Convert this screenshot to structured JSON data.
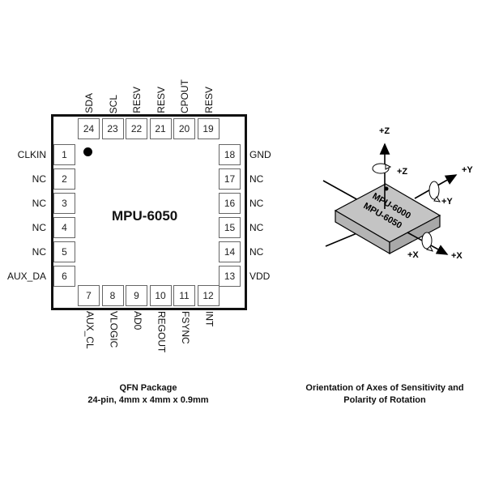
{
  "chip_name": "MPU-6050",
  "pins": {
    "top": [
      {
        "num": "24",
        "name": "SDA"
      },
      {
        "num": "23",
        "name": "SCL"
      },
      {
        "num": "22",
        "name": "RESV"
      },
      {
        "num": "21",
        "name": "RESV"
      },
      {
        "num": "20",
        "name": "CPOUT"
      },
      {
        "num": "19",
        "name": "RESV"
      }
    ],
    "left": [
      {
        "num": "1",
        "name": "CLKIN"
      },
      {
        "num": "2",
        "name": "NC"
      },
      {
        "num": "3",
        "name": "NC"
      },
      {
        "num": "4",
        "name": "NC"
      },
      {
        "num": "5",
        "name": "NC"
      },
      {
        "num": "6",
        "name": "AUX_DA"
      }
    ],
    "right": [
      {
        "num": "18",
        "name": "GND"
      },
      {
        "num": "17",
        "name": "NC"
      },
      {
        "num": "16",
        "name": "NC"
      },
      {
        "num": "15",
        "name": "NC"
      },
      {
        "num": "14",
        "name": "NC"
      },
      {
        "num": "13",
        "name": "VDD"
      }
    ],
    "bottom": [
      {
        "num": "7",
        "name": "AUX_CL"
      },
      {
        "num": "8",
        "name": "VLOGIC"
      },
      {
        "num": "9",
        "name": "AD0"
      },
      {
        "num": "10",
        "name": "REGOUT"
      },
      {
        "num": "11",
        "name": "FSYNC"
      },
      {
        "num": "12",
        "name": "INT"
      }
    ]
  },
  "axes": {
    "z_axis": "+Z",
    "z_rot": "+Z",
    "y_axis": "+Y",
    "y_rot": "+Y",
    "x_axis": "+X",
    "x_rot": "+X",
    "chip_label_1": "MPU-6000",
    "chip_label_2": "MPU-6050"
  },
  "captions": {
    "left_line1": "QFN Package",
    "left_line2": "24-pin, 4mm x 4mm x 0.9mm",
    "right_line1": "Orientation of Axes of Sensitivity and",
    "right_line2": "Polarity of Rotation"
  }
}
